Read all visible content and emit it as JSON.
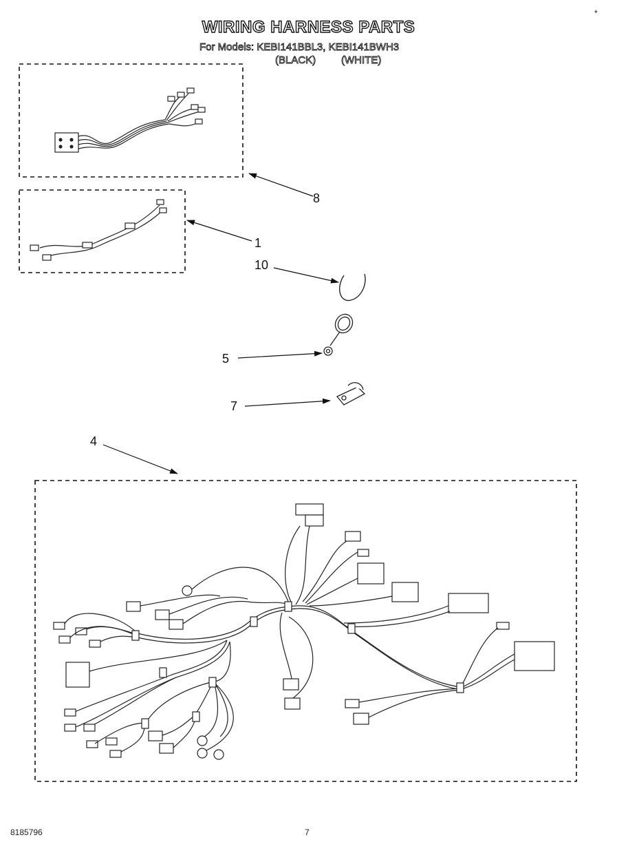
{
  "header": {
    "title": "WIRING HARNESS PARTS",
    "models_line": "For Models: KEBI141BBL3, KEBI141BWH3",
    "color_black": "(BLACK)",
    "color_white": "(WHITE)"
  },
  "callouts": {
    "part_8": "8",
    "part_1": "1",
    "part_10": "10",
    "part_5": "5",
    "part_7": "7",
    "part_4": "4"
  },
  "footer": {
    "doc_number": "8185796",
    "page_number": "7",
    "corner_mark": "*"
  },
  "icons": [
    "wiring-harness-8",
    "wiring-harness-1",
    "wire-tie-10",
    "ground-wire-5",
    "clamp-7",
    "main-wiring-harness-4"
  ]
}
